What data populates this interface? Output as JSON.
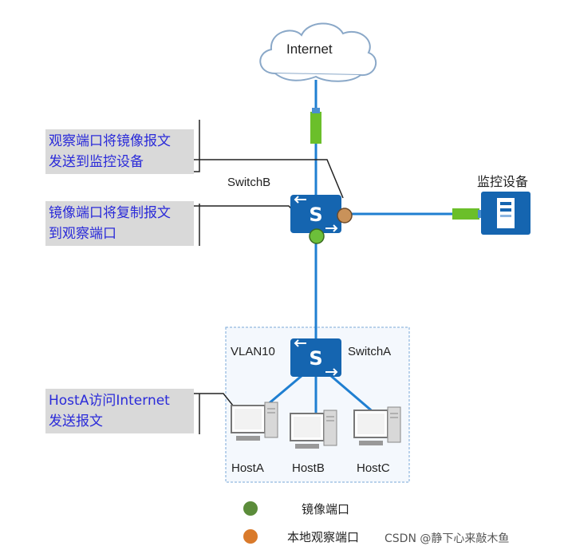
{
  "cloud": {
    "label": "Internet"
  },
  "switches": {
    "switch_b": "SwitchB",
    "switch_a": "SwitchA",
    "vlan": "VLAN10"
  },
  "monitor": {
    "label": "监控设备"
  },
  "hosts": [
    "HostA",
    "HostB",
    "HostC"
  ],
  "callouts": {
    "observe_port": [
      "观察端口将镜像报文",
      "发送到监控设备"
    ],
    "mirror_port": [
      "镜像端口将复制报文",
      "到观察端口"
    ],
    "host_send": [
      "HostA访问Internet",
      "发送报文"
    ]
  },
  "legend": {
    "mirror_port": {
      "label": "镜像端口",
      "color": "#5b8c3a"
    },
    "observe_port": {
      "label": "本地观察端口",
      "color": "#d97a2b"
    }
  },
  "colors": {
    "link": "#1f7fd1",
    "switch": "#1565b0",
    "cable": "#6bbf2a",
    "callout_bg": "#d9d9d9",
    "callout_text": "#2b2bd9"
  },
  "watermark": "CSDN @静下心来敲木鱼"
}
